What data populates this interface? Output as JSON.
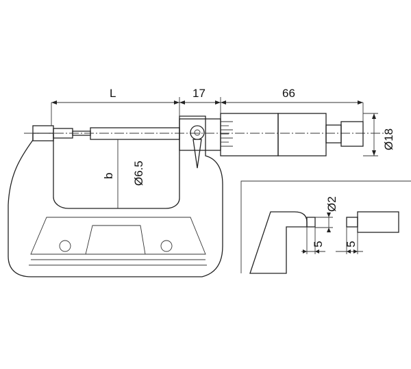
{
  "dimensions": {
    "L": "L",
    "d17": "17",
    "d66": "66",
    "phi18": "Ø18",
    "phi65": "Ø6.5",
    "b": "b",
    "phi2": "Ø2",
    "five_left": "5",
    "five_right": "5"
  },
  "colors": {
    "body_fill": "#dcdcdc",
    "outline": "#222222",
    "background": "#ffffff"
  },
  "icons": {
    "knurl": "knurled-thimble-pattern",
    "lock": "lock-lever"
  }
}
